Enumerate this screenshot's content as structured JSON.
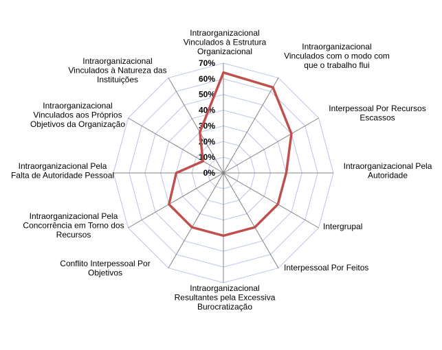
{
  "chart_data": {
    "type": "radar",
    "title": "",
    "categories": [
      "Intraorganizacional Vinculados à Estrutura Organizacional",
      "Intraorganizacional Vinculados com o modo com que o trabalho flui",
      "Interpessoal Por Recursos Escassos",
      "Intraorganizacional Pela Autoridade",
      "Intergrupal",
      "Interpessoal Por Feitos",
      "Intraorganizacional Resultantes pela Excessiva Burocratização",
      "Conflito Interpessoal Por Objetivos",
      "Intraorganizacional Pela Concorrência em Torno dos Recursos",
      "Intraorganizacional Pela Falta de Autoridade Pessoal",
      "Intraorganizacional Vinculados aos Próprios Objetivos da Organização",
      "Intraorganizacional Vinculados à Natureza das Instituições"
    ],
    "category_lines": [
      [
        "Intraorganizacional",
        "Vinculados à Estrutura",
        "Organizacional"
      ],
      [
        "Intraorganizacional",
        "Vinculados com o modo com",
        "que o trabalho flui"
      ],
      [
        "Interpessoal Por Recursos",
        "Escassos"
      ],
      [
        "Intraorganizacional Pela",
        "Autoridade"
      ],
      [
        "Intergrupal"
      ],
      [
        "Interpessoal Por Feitos"
      ],
      [
        "Intraorganizacional",
        "Resultantes pela Excessiva",
        "Burocratização"
      ],
      [
        "Conflito Interpessoal Por",
        "Objetivos"
      ],
      [
        "Intraorganizacional Pela",
        "Concorrência em Torno dos",
        "Recursos"
      ],
      [
        "Intraorganizacional Pela",
        "Falta de Autoridade Pessoal"
      ],
      [
        "Intraorganizacional",
        "Vinculados aos Próprios",
        "Objetivos da Organização"
      ],
      [
        "Intraorganizacional",
        "Vinculados à Natureza das",
        "Instituições"
      ]
    ],
    "ticks": [
      "0%",
      "10%",
      "20%",
      "30%",
      "40%",
      "50%",
      "60%",
      "70%"
    ],
    "range": [
      0,
      70
    ],
    "series": [
      {
        "values": [
          64,
          63,
          50,
          40,
          40,
          40,
          40,
          40,
          40,
          30,
          15,
          30
        ],
        "color": "#c0504d"
      }
    ],
    "grid": true,
    "grid_color": "#b7c5e6",
    "axis_color": "#808080",
    "legend": "none"
  }
}
